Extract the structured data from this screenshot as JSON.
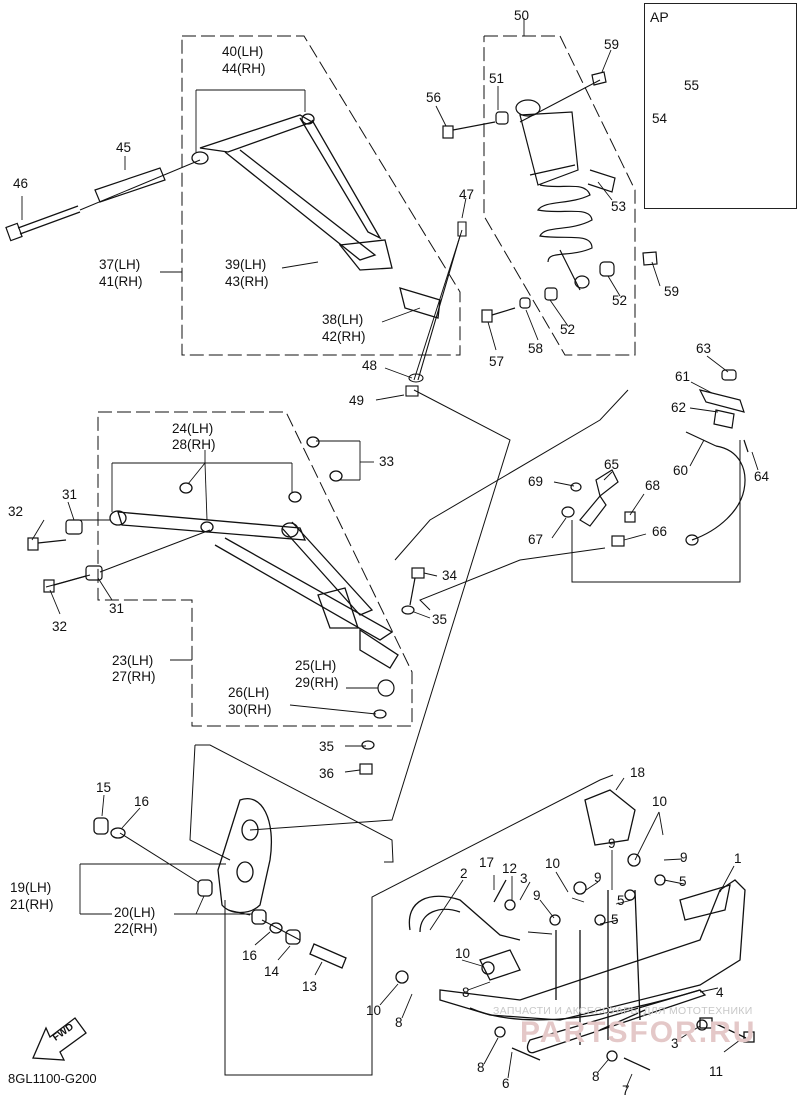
{
  "diagram": {
    "drawing_code": "8GL1100-G200",
    "fwd_label": "FWD",
    "inset": {
      "title": "AP",
      "labels": [
        "55",
        "54"
      ]
    },
    "watermark": {
      "line1": "ЗАПЧАСТИ И АКСЕССУАРЫ ДЛЯ МОТОТЕХНИКИ",
      "line2": "PARTSFOR.RU"
    },
    "callouts": [
      "50",
      "59",
      "51",
      "56",
      "40(LH)",
      "44(RH)",
      "45",
      "46",
      "53",
      "47",
      "37(LH)",
      "41(RH)",
      "39(LH)",
      "43(RH)",
      "38(LH)",
      "42(RH)",
      "52",
      "52",
      "59",
      "57",
      "58",
      "48",
      "49",
      "63",
      "61",
      "62",
      "64",
      "60",
      "24(LH)",
      "28(RH)",
      "33",
      "65",
      "69",
      "68",
      "67",
      "66",
      "31",
      "32",
      "31",
      "32",
      "34",
      "35",
      "23(LH)",
      "27(RH)",
      "25(LH)",
      "29(RH)",
      "26(LH)",
      "30(RH)",
      "35",
      "36",
      "15",
      "16",
      "18",
      "10",
      "9",
      "17",
      "12",
      "10",
      "9",
      "1",
      "19(LH)",
      "21(RH)",
      "20(LH)",
      "22(RH)",
      "2",
      "3",
      "9",
      "5",
      "9",
      "5",
      "5",
      "16",
      "14",
      "13",
      "10",
      "8",
      "4",
      "10",
      "8",
      "3",
      "8",
      "6",
      "8",
      "7",
      "11"
    ]
  }
}
